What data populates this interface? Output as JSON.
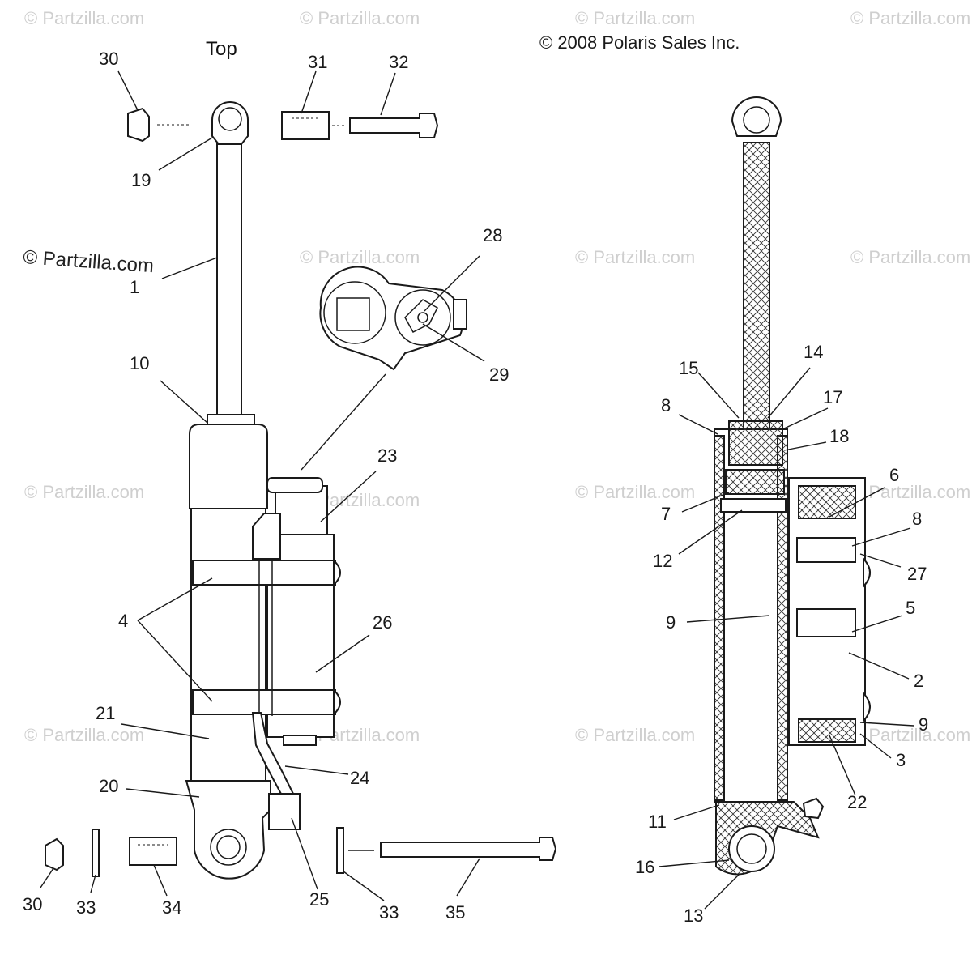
{
  "header": {
    "top_label": "Top",
    "copyright": "© 2008 Polaris Sales Inc.",
    "watermark_main": "© Partzilla.com",
    "watermark_tile": "© Partzilla.com"
  },
  "callouts": {
    "c30a": "30",
    "c31": "31",
    "c32": "32",
    "c19": "19",
    "c1": "1",
    "c28": "28",
    "c29": "29",
    "c10": "10",
    "c23": "23",
    "c4": "4",
    "c26": "26",
    "c21": "21",
    "c24": "24",
    "c20": "20",
    "c25": "25",
    "c30b": "30",
    "c33a": "33",
    "c34": "34",
    "c33b": "33",
    "c35": "35",
    "c15": "15",
    "c14": "14",
    "c8a": "8",
    "c17": "17",
    "c18": "18",
    "c6": "6",
    "c7": "7",
    "c8b": "8",
    "c12": "12",
    "c27": "27",
    "c5": "5",
    "c9a": "9",
    "c2": "2",
    "c9b": "9",
    "c3": "3",
    "c22": "22",
    "c11": "11",
    "c16": "16",
    "c13": "13"
  }
}
